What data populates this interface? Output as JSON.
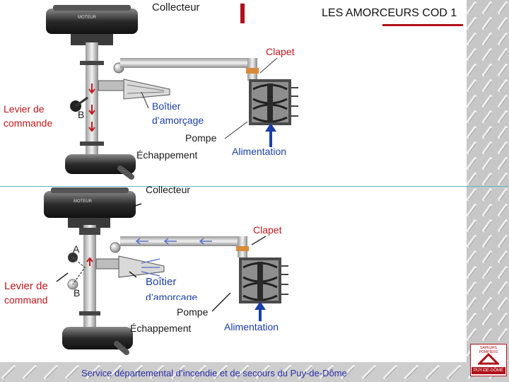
{
  "header": {
    "title": "LES AMORCEURS COD 1"
  },
  "upper": {
    "collecteur": "Collecteur",
    "moteur": "MOTEUR",
    "clapet": "Clapet",
    "levier_line1": "Levier de",
    "levier_line2": "commande",
    "b": "B",
    "boitier_line1": "Boîtier",
    "boitier_line2": "d’amorçage",
    "pompe": "Pompe",
    "echappement": "Échappement",
    "alimentation": "Alimentation"
  },
  "lower": {
    "collecteur": "Collecteur",
    "moteur": "MOTEUR",
    "clapet": "Clapet",
    "a": "A",
    "levier_line1": "Levier de",
    "levier_line2": "command",
    "b": "B",
    "boitier_line1": "Boîtier",
    "boitier_line2": "d’amorcage",
    "pompe": "Pompe",
    "echappement": "Échappement",
    "alimentation": "Alimentation"
  },
  "footer": {
    "text": "Service départemental d’incendie et de secours du Puy-de-Dôme"
  },
  "logo": {
    "top_text": "SAPEURS POMPIERS",
    "bottom_text": "PUY-DE-DÔME"
  },
  "colors": {
    "accent_red": "#b0101a",
    "label_red": "#c0171e",
    "label_blue": "#1a3fa8",
    "divider": "#5fb7c2"
  }
}
